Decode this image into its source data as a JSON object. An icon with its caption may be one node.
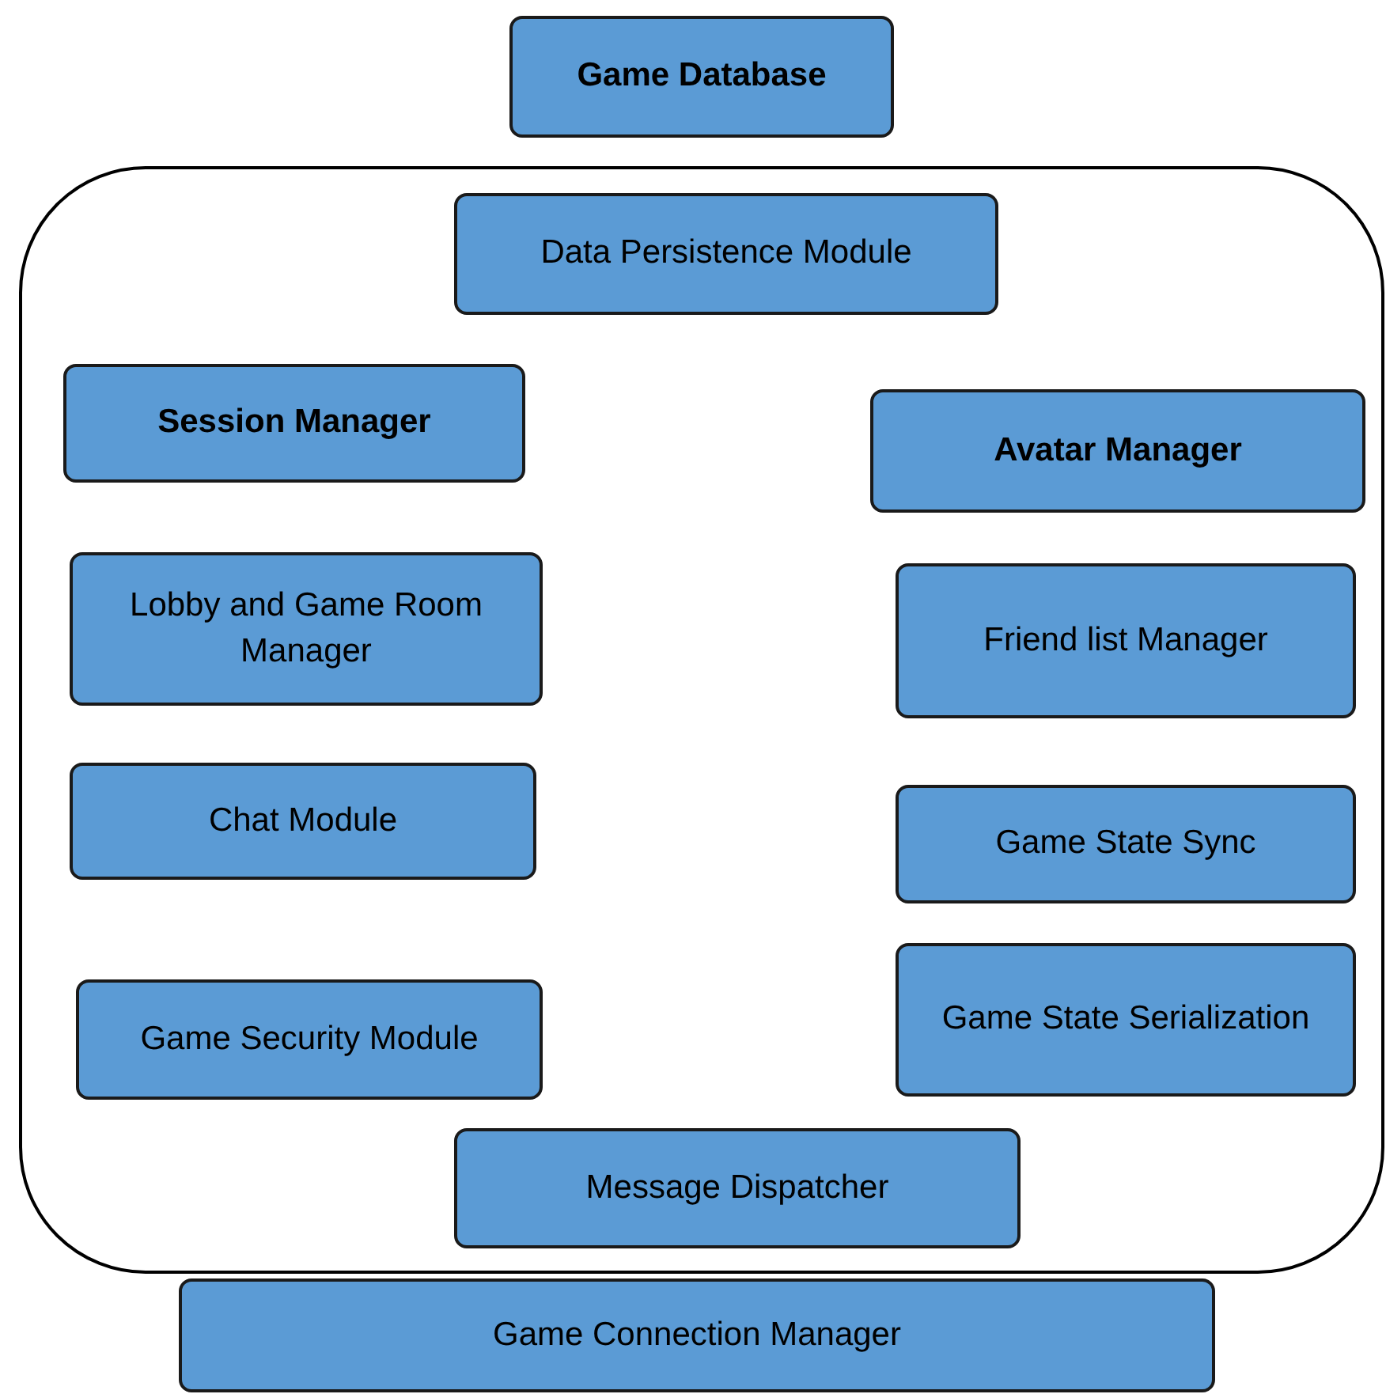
{
  "diagram": {
    "nodes": [
      {
        "text": [
          "Game Database"
        ]
      },
      {
        "text": [],
        "shape": "box"
      },
      {
        "text": [
          "Data Persistence Module"
        ],
        "in": 1
      },
      {
        "text": [
          "Session Manager"
        ],
        "in": 1
      },
      {
        "text": [
          "Avatar Manager"
        ],
        "in": 1
      },
      {
        "text": [
          "Lobby and Game Room Manager"
        ],
        "in": 1
      },
      {
        "text": [
          "Friend list Manager"
        ],
        "in": 1
      },
      {
        "text": [
          "Chat Module"
        ],
        "in": 1
      },
      {
        "text": [
          "Game State Sync"
        ],
        "in": 1
      },
      {
        "text": [
          "Game Security Module"
        ],
        "in": 1
      },
      {
        "text": [
          "Game State Serialization"
        ],
        "in": 1
      },
      {
        "text": [
          "Message Dispatcher"
        ],
        "in": 1
      },
      {
        "text": [
          "Game Connection Manager"
        ]
      }
    ]
  }
}
